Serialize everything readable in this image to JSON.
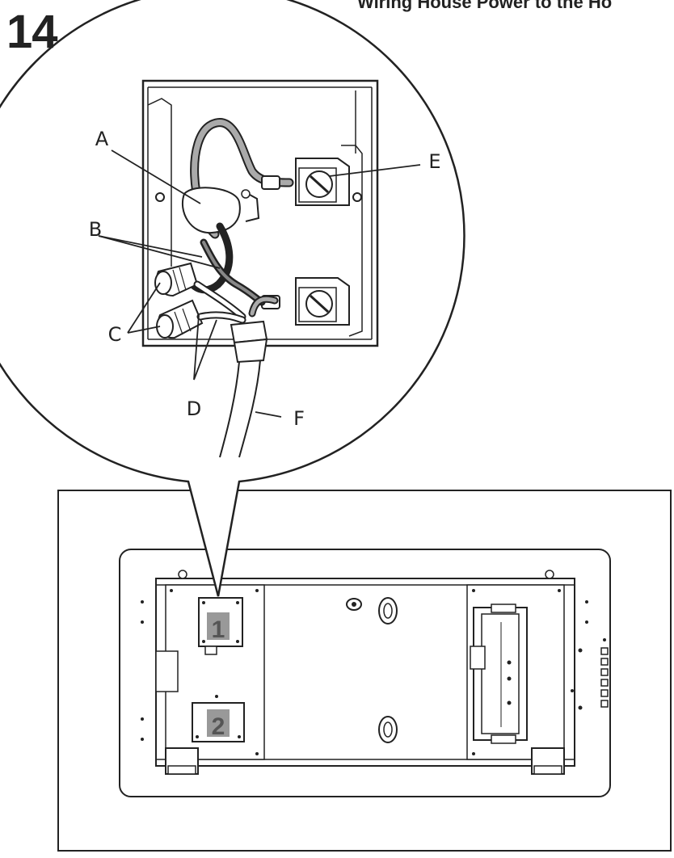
{
  "header": {
    "step_number": "14",
    "title": "Wiring House Power to the Ho"
  },
  "callouts": {
    "a": "A",
    "b": "B",
    "c": "C",
    "d": "D",
    "e": "E",
    "f": "F"
  },
  "markers": {
    "junction_1": "1",
    "junction_2": "2"
  }
}
